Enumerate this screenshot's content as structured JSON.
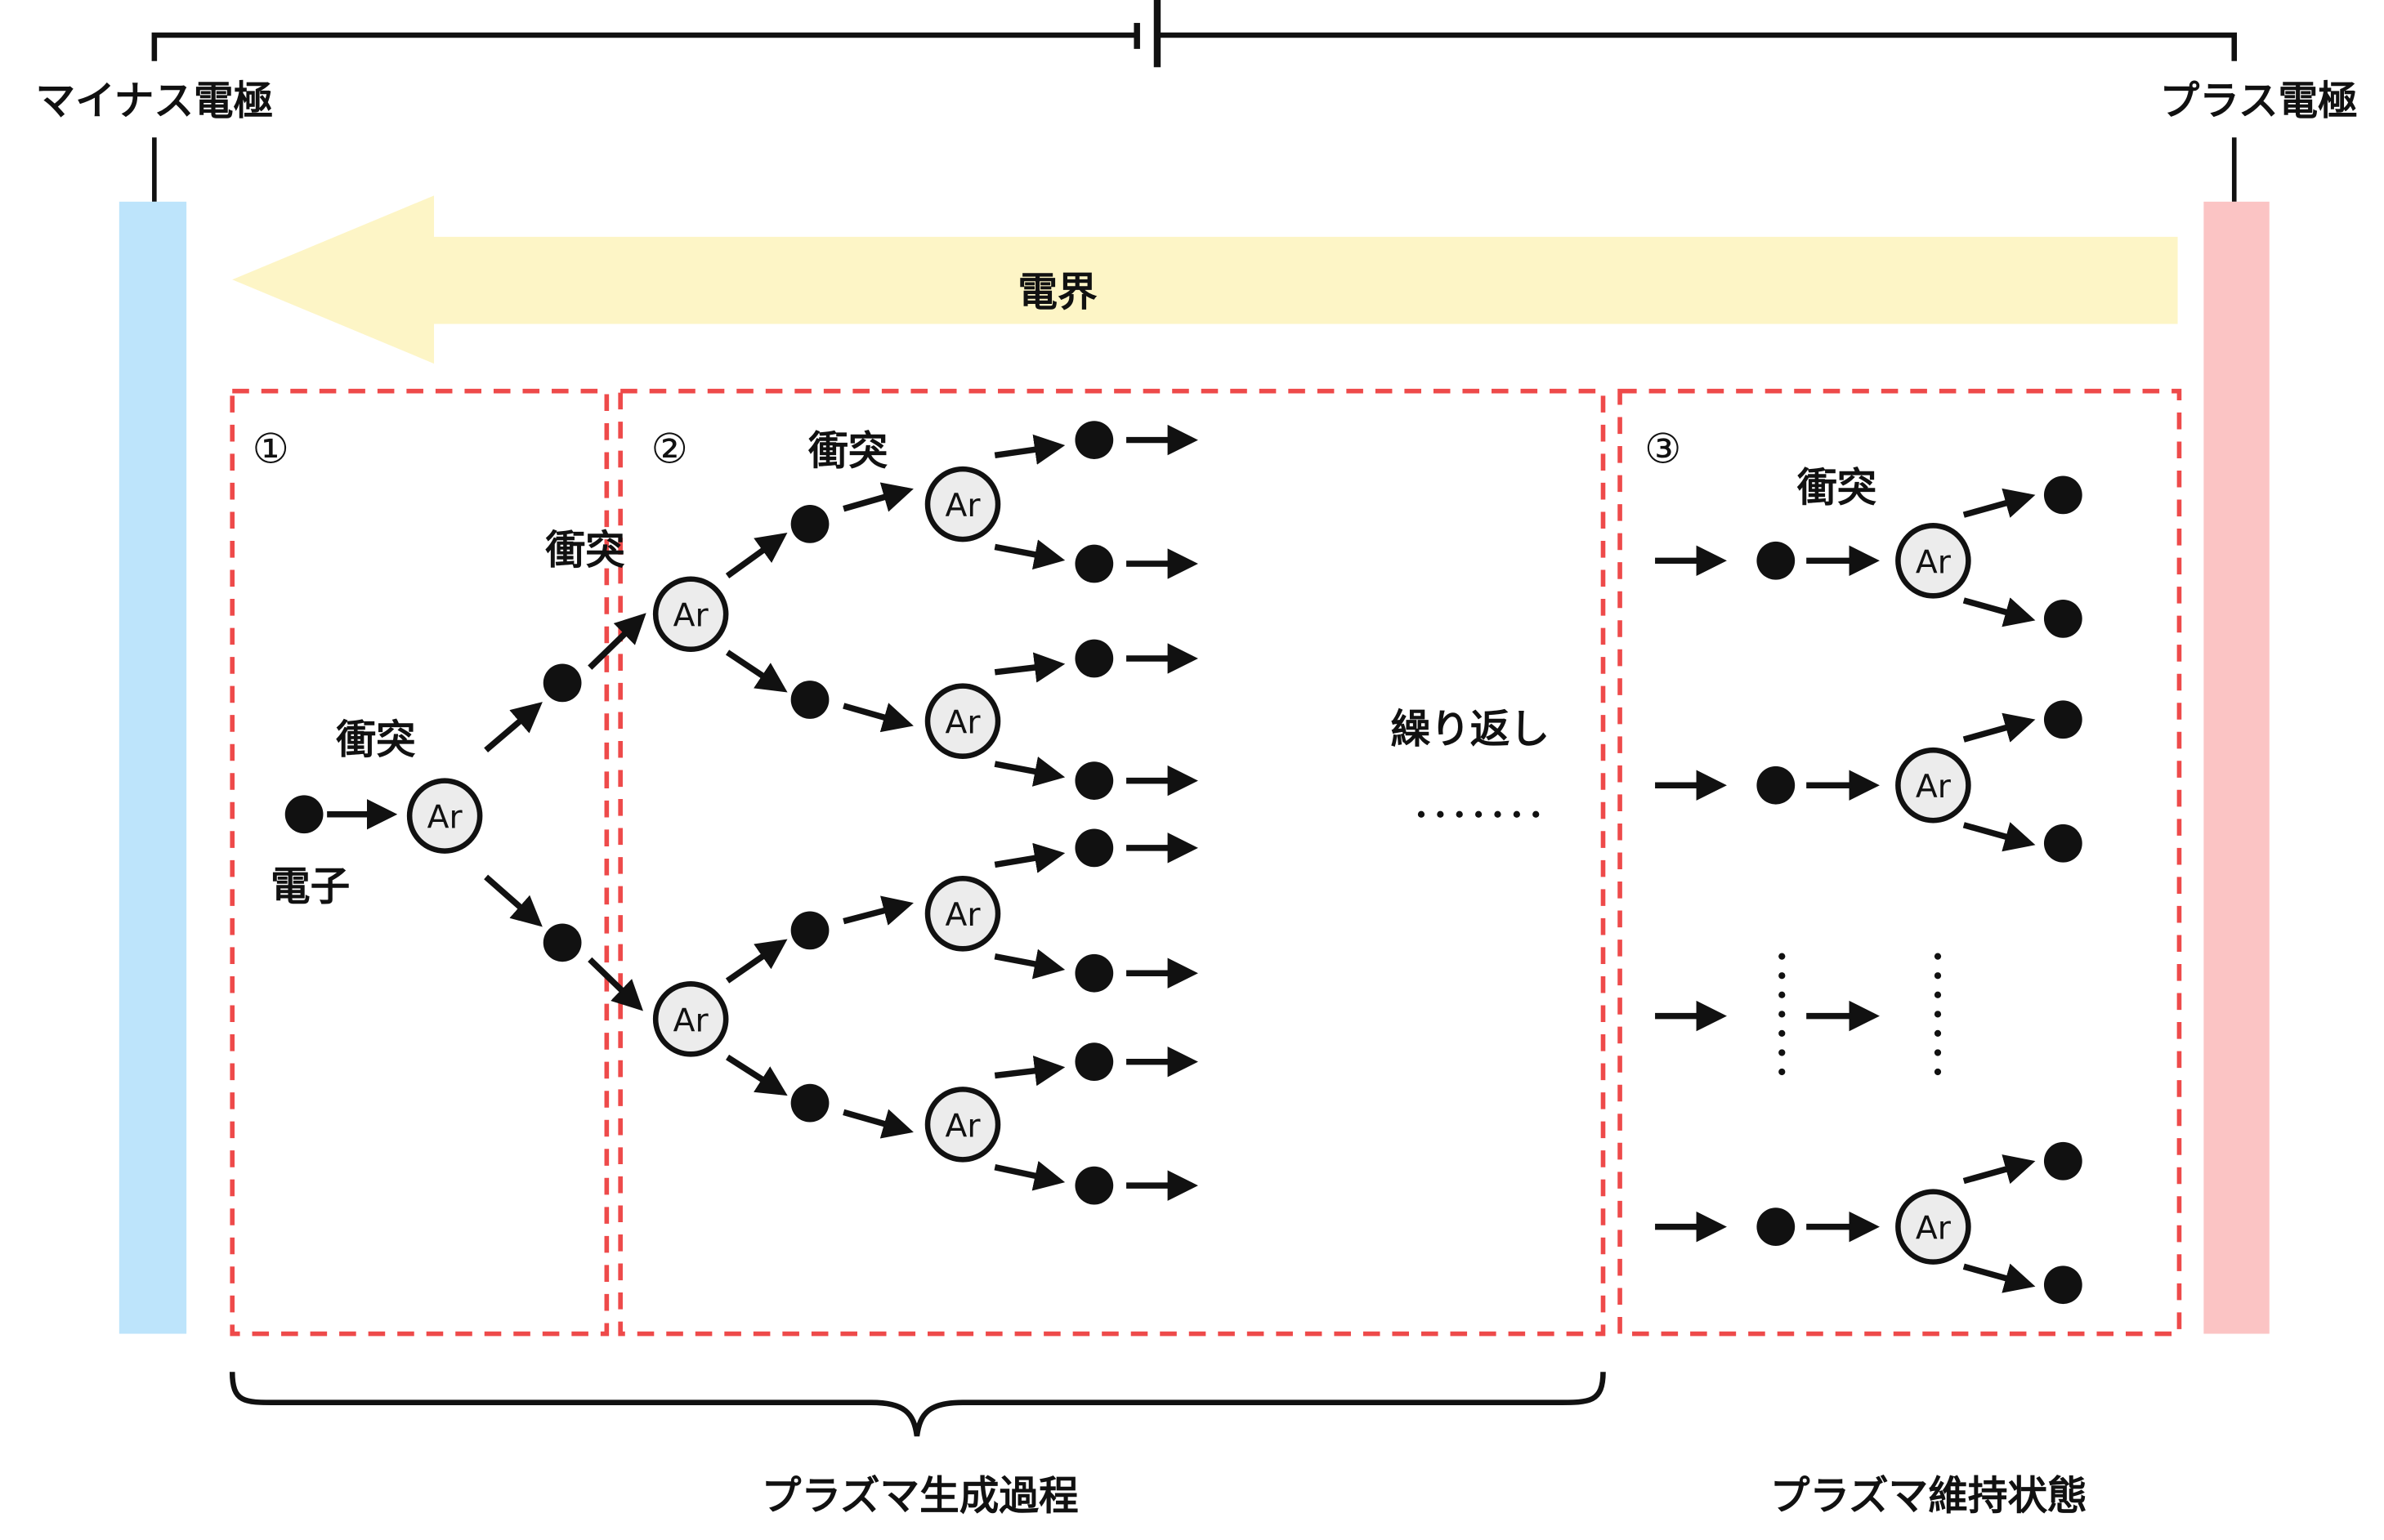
{
  "title_labels": {
    "negative_electrode": "マイナス電極",
    "positive_electrode": "プラス電極",
    "electric_field": "電界"
  },
  "colors": {
    "negative_electrode": "#bde4fb",
    "positive_electrode": "#fbc4c4",
    "field_arrow": "#fdf5c6",
    "dashed_box": "#ee4a4a",
    "ink": "#111111",
    "atom_fill": "#ececec"
  },
  "stages": [
    {
      "number": "①",
      "collision_labels": [
        "衝突",
        "衝突"
      ],
      "electron_label": "電子"
    },
    {
      "number": "②",
      "collision_label": "衝突",
      "repeat_label": "繰り返し",
      "ellipsis": "・・・・・・・"
    },
    {
      "number": "③",
      "collision_label": "衝突"
    }
  ],
  "atom_label": "Ar",
  "bottom_labels": {
    "generation": "プラズマ生成過程",
    "maintenance": "プラズマ維持状態"
  }
}
